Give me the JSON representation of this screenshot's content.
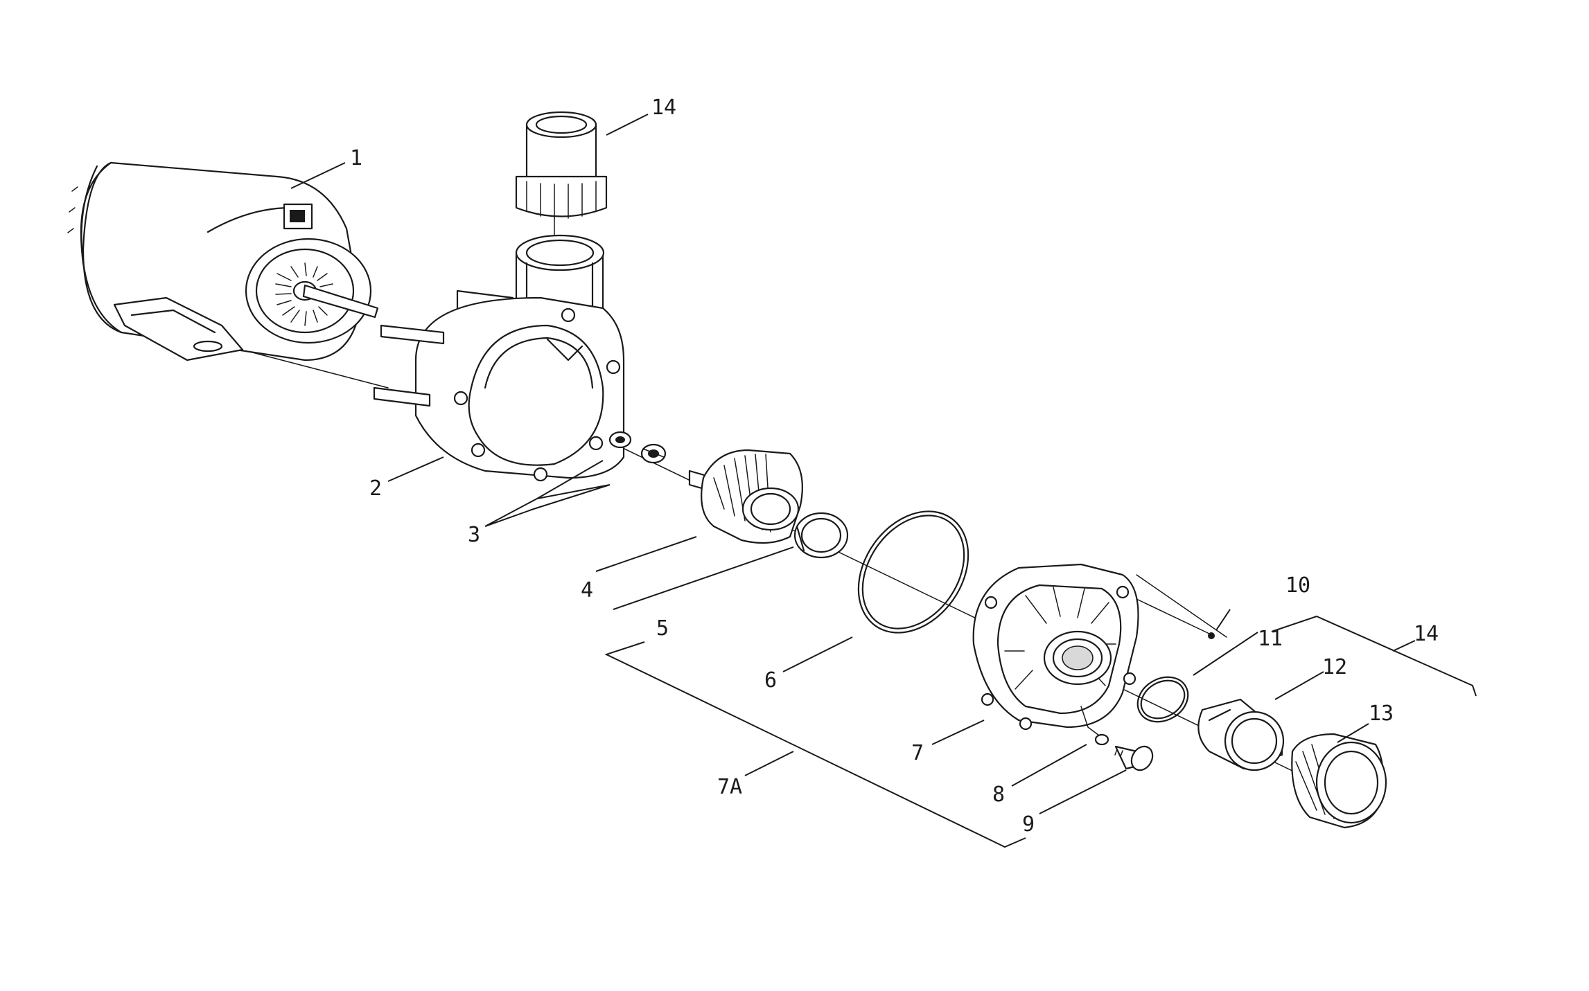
{
  "callouts": [
    {
      "id": "c1",
      "text": "1"
    },
    {
      "id": "c2",
      "text": "2"
    },
    {
      "id": "c3",
      "text": "3"
    },
    {
      "id": "c4",
      "text": "4"
    },
    {
      "id": "c5",
      "text": "5"
    },
    {
      "id": "c6",
      "text": "6"
    },
    {
      "id": "c7",
      "text": "7"
    },
    {
      "id": "c7a",
      "text": "7A"
    },
    {
      "id": "c8",
      "text": "8"
    },
    {
      "id": "c9",
      "text": "9"
    },
    {
      "id": "c10",
      "text": "10"
    },
    {
      "id": "c11",
      "text": "11"
    },
    {
      "id": "c12",
      "text": "12"
    },
    {
      "id": "c13",
      "text": "13"
    },
    {
      "id": "c14a",
      "text": "14"
    },
    {
      "id": "c14b",
      "text": "14"
    }
  ]
}
